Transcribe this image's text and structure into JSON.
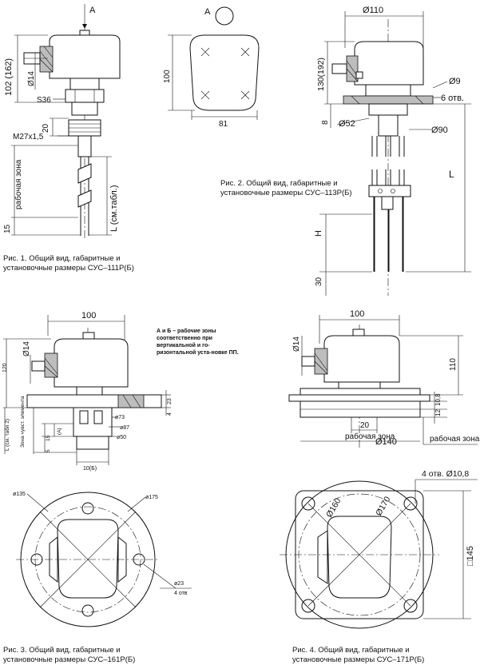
{
  "figures": [
    {
      "caption_line1": "Рис. 1. Общий вид, габаритные и",
      "caption_line2": "установочные размеры СУС–111Р(Б)",
      "labels": {
        "view": "А",
        "height": "102 (162)",
        "dia": "Ø14",
        "hex": "S36",
        "dim20": "20",
        "thread": "M27x1,5",
        "zone": "рабочая зона",
        "length": "L (см.табл.)",
        "dim15": "15"
      }
    },
    {
      "caption_line1": "Рис. 2. Общий вид, габаритные и",
      "caption_line2": "установочные размеры СУС–113Р(Б)",
      "labels": {
        "view": "А",
        "height": "100",
        "width": "81",
        "dia110": "Ø110",
        "height130": "130(192)",
        "dia9": "Ø9",
        "holes": "6 отв.",
        "dim8": "8",
        "dia52": "Ø52",
        "dia90": "Ø90",
        "length": "L",
        "h": "H",
        "dim30": "30"
      }
    },
    {
      "caption_line1": "Рис. 3. Общий вид, габаритные и",
      "caption_line2": "установочные размеры СУС–161Р(Б)",
      "labels": {
        "width": "100",
        "dia": "Ø14",
        "height": "120",
        "dim23": "23",
        "dim4": "4",
        "dia73": "ø73",
        "dia87": "ø87",
        "dia50": "ø50",
        "l": "L (см. табл 2)",
        "zone": "Зона чувст. элемента",
        "dim5": "5",
        "dim15": "15",
        "a": "(А)",
        "b": "10(Б)",
        "dia135": "ø135",
        "dia175": "ø175",
        "dia23": "ø23",
        "holes": "4 отв"
      },
      "note": "А и Б – рабочие зоны соответственно при вертикальной и го-ризонтальной уста-новке ПП."
    },
    {
      "caption_line1": "Рис. 4. Общий вид, габаритные и",
      "caption_line2": "установочные размеры СУС–171Р(Б)",
      "labels": {
        "width": "100",
        "dia": "Ø14",
        "height": "110",
        "dim10_8": "10,8",
        "dim12": "12",
        "dim20": "20",
        "zone_under": "рабочая зона",
        "zone_side": "рабочая зона",
        "dia140": "Ø140",
        "holes": "4 отв. Ø10,8",
        "dia160": "Ø160",
        "dia170": "Ø170",
        "square": "□145"
      }
    }
  ]
}
